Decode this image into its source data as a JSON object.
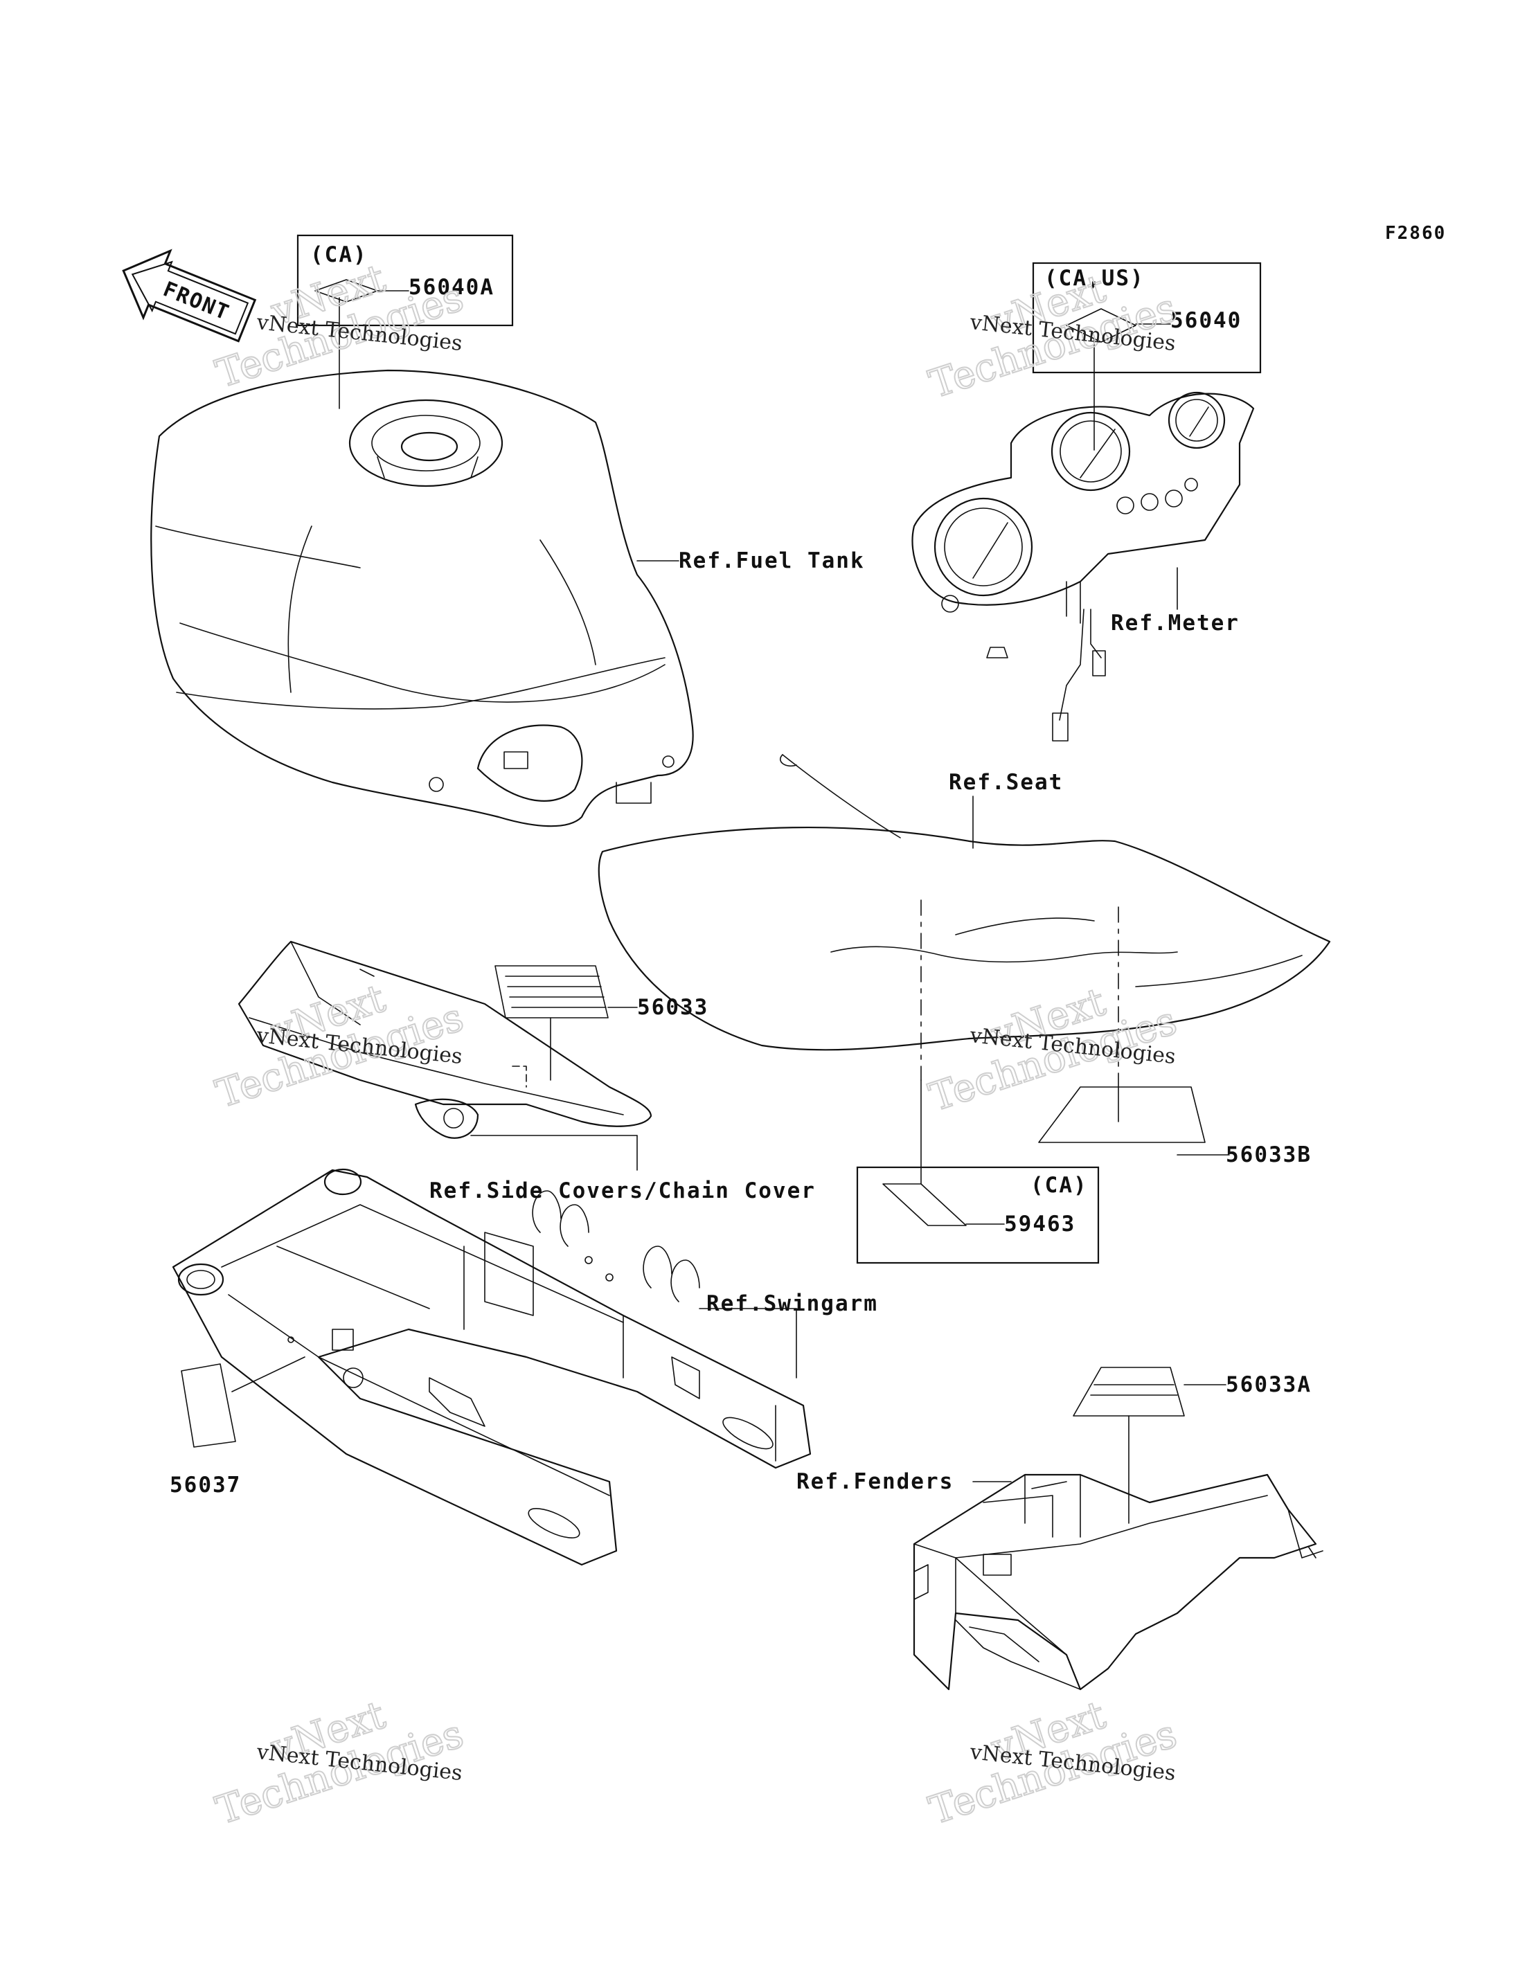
{
  "figure_code": "F2860",
  "front_label": "FRONT",
  "watermark": {
    "line1": "vNext Technologies",
    "line2": "vNext",
    "line3": "Technologies"
  },
  "parts": {
    "p56040A": "56040A",
    "p56040": "56040",
    "p56033": "56033",
    "p56033B": "56033B",
    "p59463": "59463",
    "p56033A": "56033A",
    "p56037": "56037"
  },
  "region_tags": {
    "ca": "(CA)",
    "ca_us": "(CA,US)",
    "ca2": "(CA)"
  },
  "references": {
    "fuel_tank": "Ref.Fuel Tank",
    "meter": "Ref.Meter",
    "seat": "Ref.Seat",
    "side_covers": "Ref.Side Covers/Chain Cover",
    "swingarm": "Ref.Swingarm",
    "fenders": "Ref.Fenders"
  }
}
